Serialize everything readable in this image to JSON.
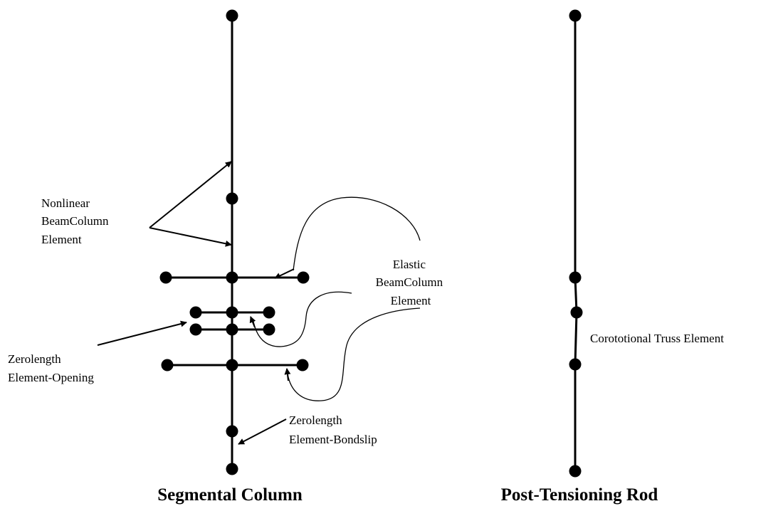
{
  "labels": {
    "nonlinear": [
      "Nonlinear",
      "BeamColumn",
      "Element"
    ],
    "elastic": [
      "Elastic",
      "BeamColumn",
      "Element"
    ],
    "zerolength_opening": [
      "Zerolength",
      "Element-Opening"
    ],
    "zerolength_bondslip": [
      "Zerolength",
      "Element-Bondslip"
    ],
    "corotational": "Corototional Truss Element"
  },
  "titles": {
    "segmental_column": "Segmental Column",
    "post_tensioning_rod": "Post-Tensioning Rod"
  }
}
